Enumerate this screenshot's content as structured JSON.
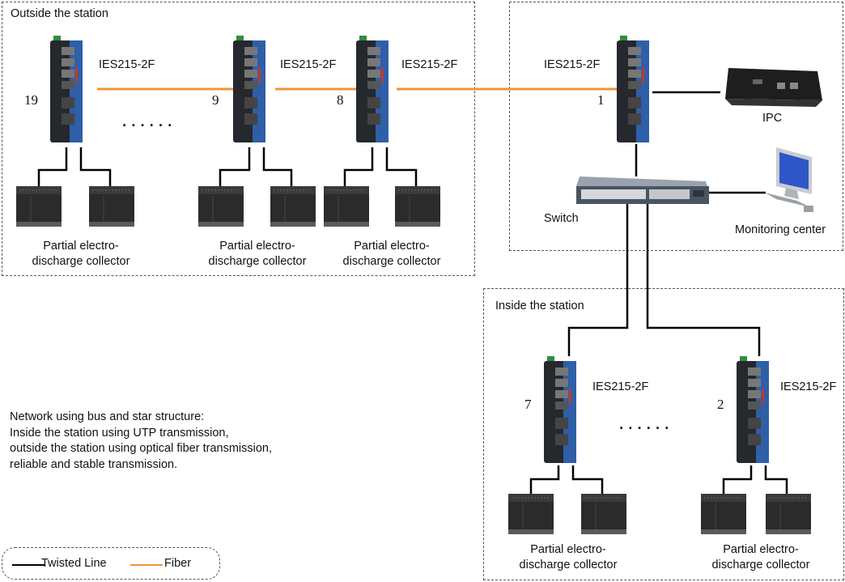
{
  "zones": {
    "outside": "Outside the station",
    "inside": "Inside the station"
  },
  "model": "IES215-2F",
  "numbers": {
    "n19": "19",
    "n9": "9",
    "n8": "8",
    "n1": "1",
    "n7": "7",
    "n2": "2"
  },
  "collector_line1": "Partial  electro-",
  "collector_line2": "discharge collector",
  "collector_inside_line1": "Partial  electro-",
  "collector_inside_line2": "discharge collector",
  "labels": {
    "ipc": "IPC",
    "switch": "Switch",
    "monitoring": "Monitoring center"
  },
  "ellipsis": "......",
  "note": [
    "Network using bus and star structure:",
    "Inside the station using UTP transmission,",
    "outside the station using optical fiber transmission,",
    "reliable and stable transmission."
  ],
  "legend": {
    "twisted": "Twisted Line",
    "fiber": "Fiber",
    "twisted_color": "#000000",
    "fiber_color": "#f0943a"
  },
  "colors": {
    "device_body": "#2a2d33",
    "device_blue": "#2f5fa8",
    "terminal_green": "#2f8f3a"
  }
}
